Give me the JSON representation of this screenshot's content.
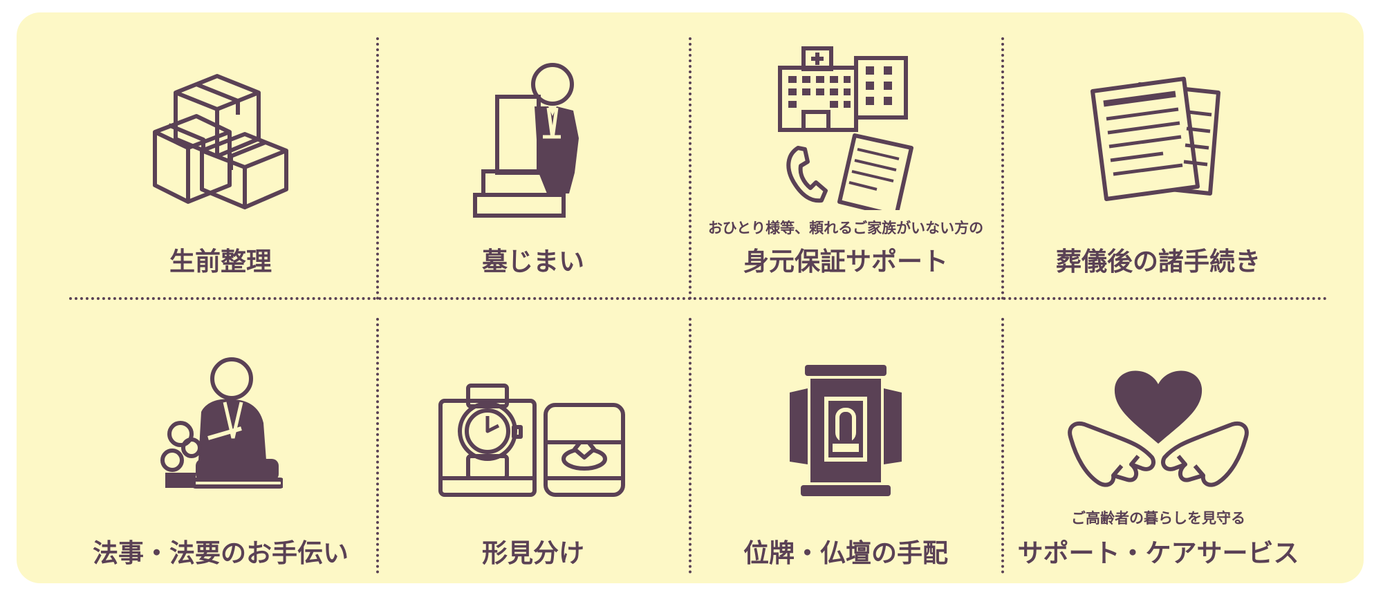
{
  "colors": {
    "background": "#fdf8c6",
    "ink": "#5a4155"
  },
  "services": [
    {
      "label": "生前整理",
      "icon": "boxes-icon"
    },
    {
      "label": "墓じまい",
      "icon": "grave-with-monk-icon"
    },
    {
      "sub": "おひとり様等、頼れるご家族がいない方の",
      "label": "身元保証サポート",
      "icon": "hospital-phone-document-icon"
    },
    {
      "label": "葬儀後の諸手続き",
      "icon": "documents-icon"
    },
    {
      "label": "法事・法要のお手伝い",
      "icon": "praying-monk-icon"
    },
    {
      "label": "形見分け",
      "icon": "watch-and-ring-icon"
    },
    {
      "label": "位牌・仏壇の手配",
      "icon": "butsudan-icon"
    },
    {
      "sub": "ご高齢者の暮らしを見守る",
      "label": "サポート・ケアサービス",
      "icon": "hands-heart-icon"
    }
  ]
}
